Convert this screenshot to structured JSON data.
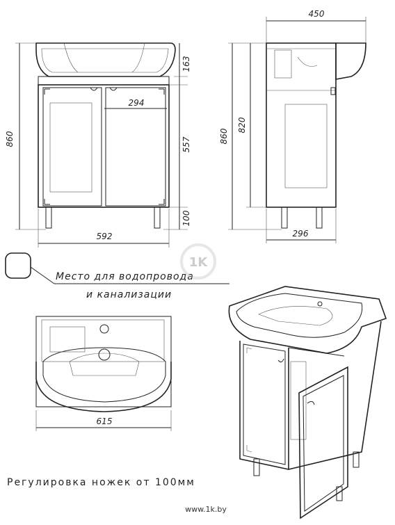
{
  "dimensions": {
    "width_top": "450",
    "height_basin": "163",
    "height_total_front": "860",
    "height_total_side": "860",
    "height_side_body": "820",
    "height_cabinet": "557",
    "height_legs": "100",
    "inner_width": "294",
    "width_front": "592",
    "depth_side": "296",
    "width_top_view": "615"
  },
  "legend": {
    "line1": "Место для водопровода",
    "line2": "и канализации"
  },
  "note": "Регулировка ножек от 100мм",
  "watermark": "www.1k.by",
  "watermark_logo": "1K"
}
